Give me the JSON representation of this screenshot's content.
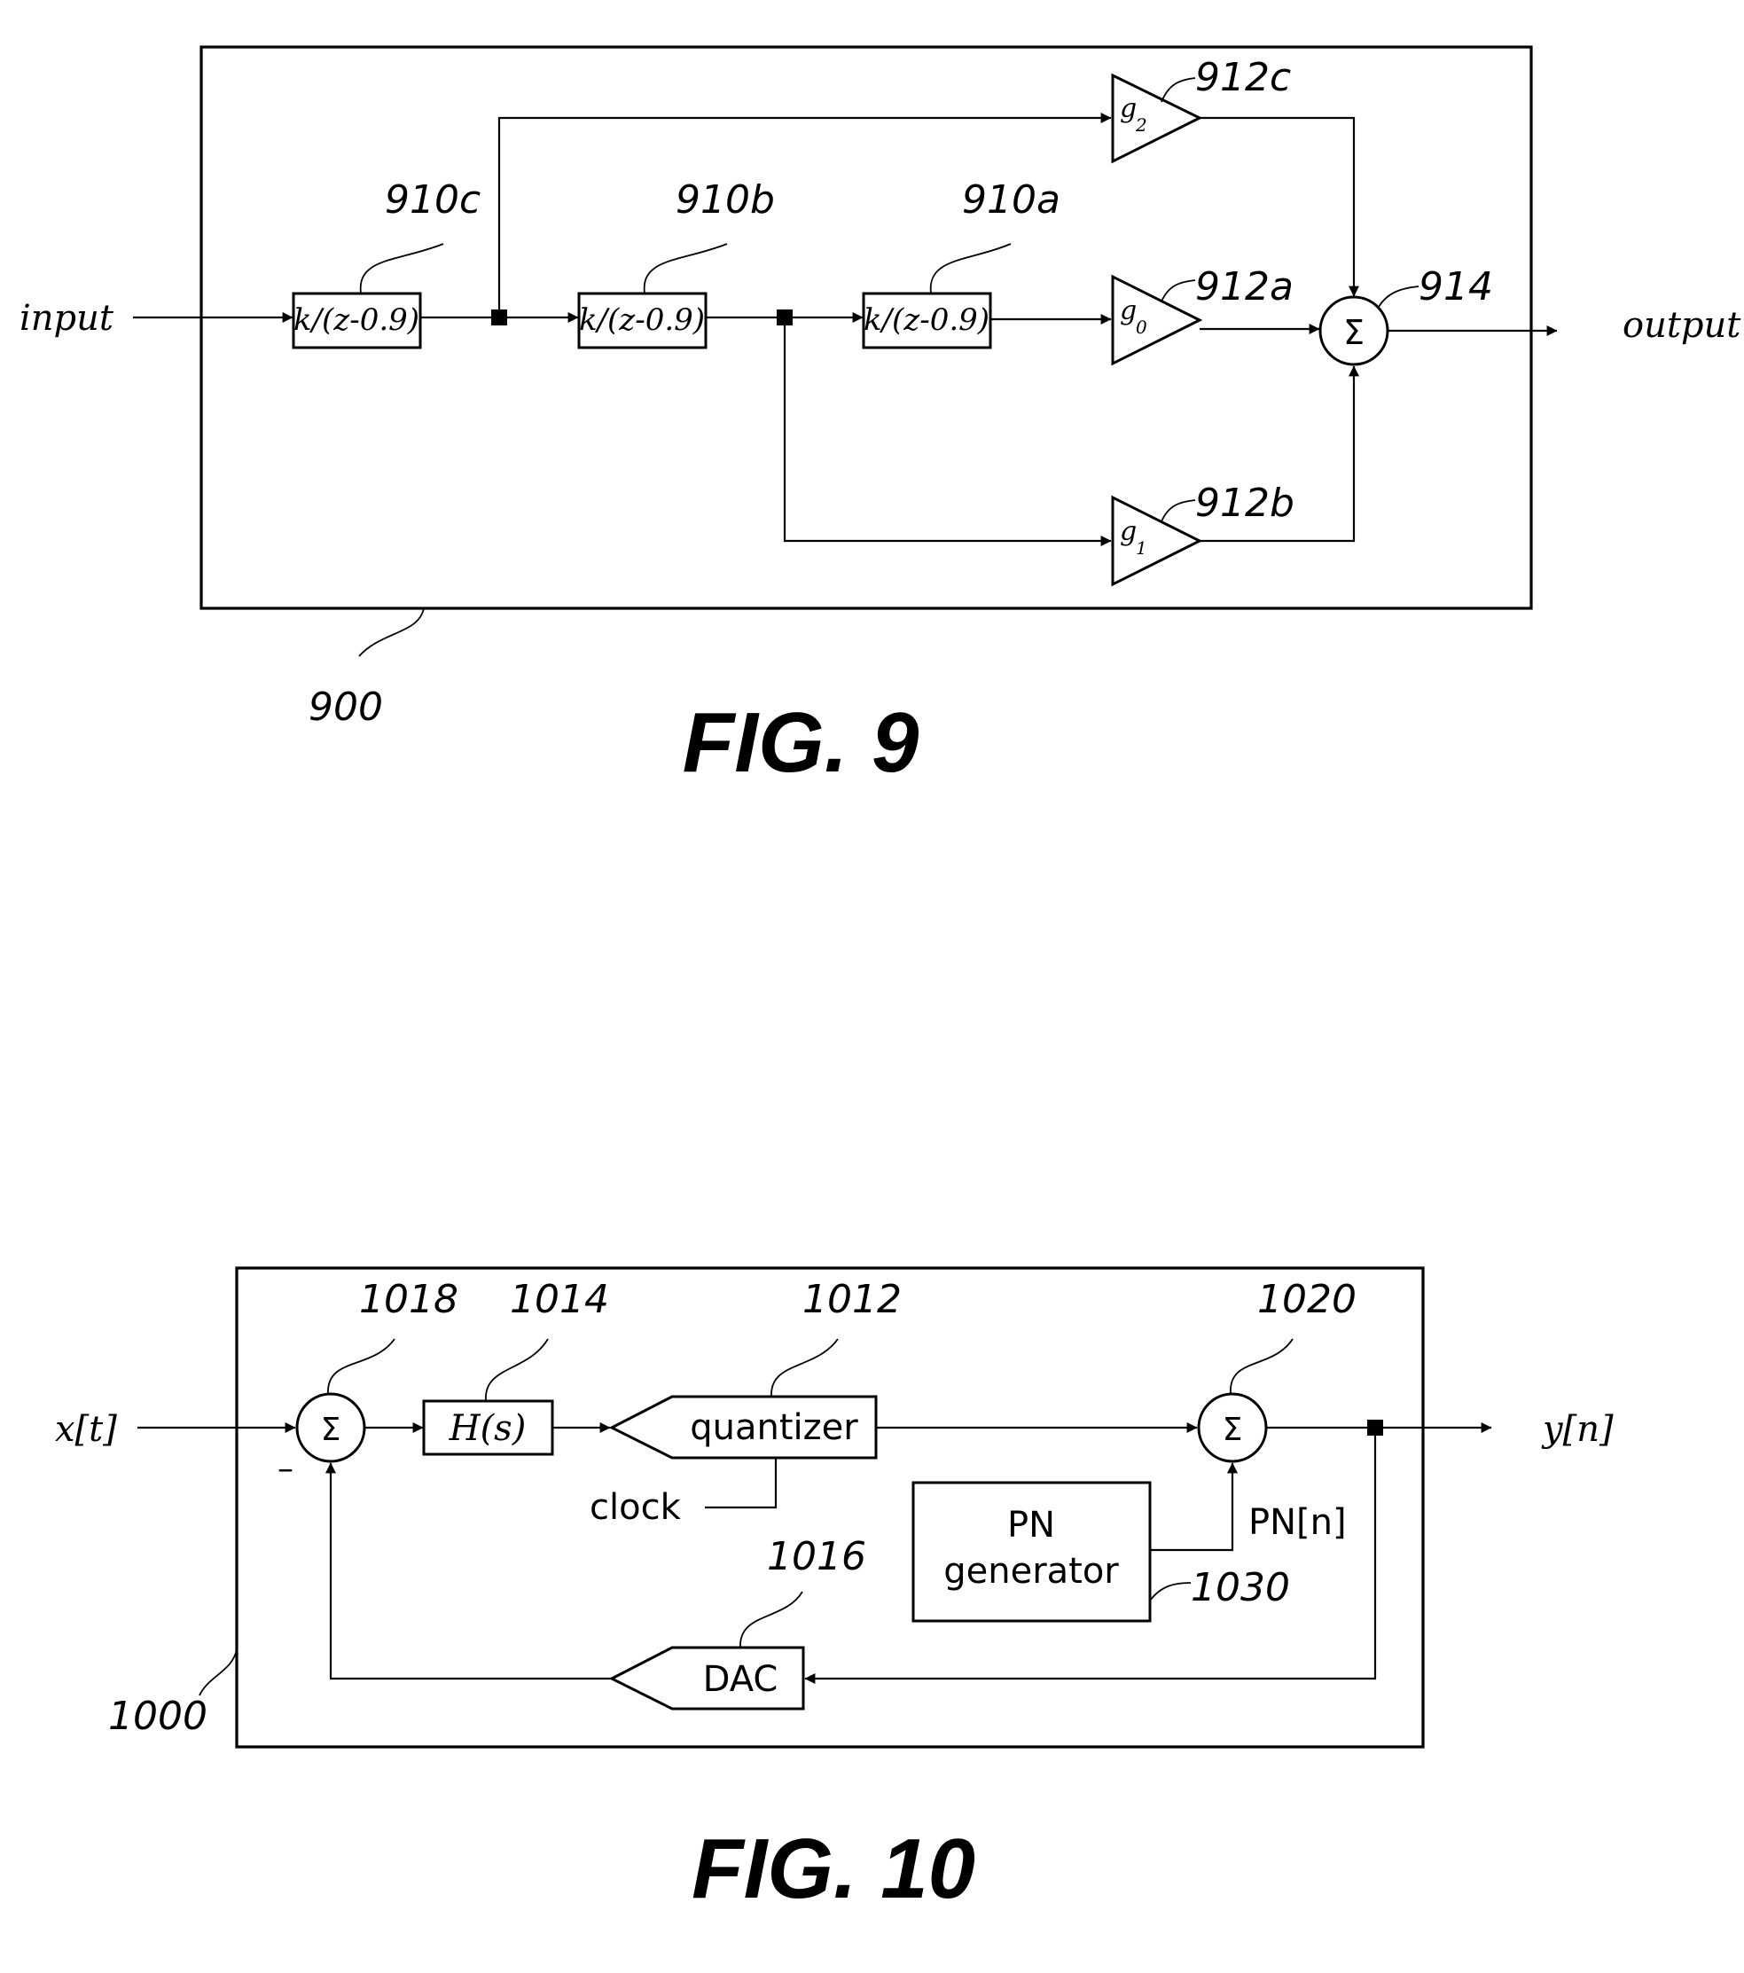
{
  "fig9": {
    "caption": "FIG. 9",
    "system_ref": "900",
    "input_label": "input",
    "output_label": "output",
    "filters": [
      {
        "ref": "910c",
        "label": "k/(z-0.9)"
      },
      {
        "ref": "910b",
        "label": "k/(z-0.9)"
      },
      {
        "ref": "910a",
        "label": "k/(z-0.9)"
      }
    ],
    "gains": [
      {
        "ref": "912c",
        "symbol": "g",
        "subscript": "2"
      },
      {
        "ref": "912a",
        "symbol": "g",
        "subscript": "0"
      },
      {
        "ref": "912b",
        "symbol": "g",
        "subscript": "1"
      }
    ],
    "summer": {
      "ref": "914",
      "symbol": "Σ"
    }
  },
  "fig10": {
    "caption": "FIG. 10",
    "system_ref": "1000",
    "input_label": "x[t]",
    "output_label": "y[n]",
    "minus_sign": "–",
    "summer1": {
      "ref": "1018",
      "symbol": "Σ"
    },
    "filter": {
      "ref": "1014",
      "label": "H(s)"
    },
    "quantizer": {
      "ref": "1012",
      "label": "quantizer"
    },
    "clock_label": "clock",
    "summer2": {
      "ref": "1020",
      "symbol": "Σ"
    },
    "pn_generator": {
      "ref": "1030",
      "line1": "PN",
      "line2": "generator"
    },
    "pn_signal_label": "PN[n]",
    "dac": {
      "ref": "1016",
      "label": "DAC"
    }
  }
}
